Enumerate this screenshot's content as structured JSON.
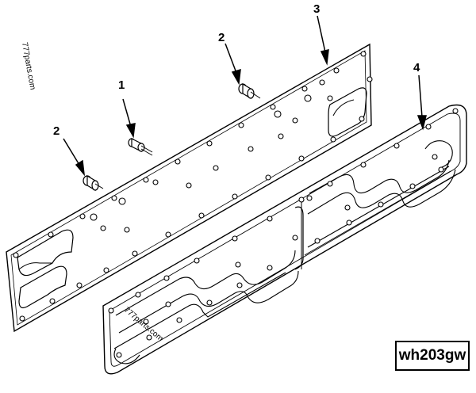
{
  "diagram": {
    "callouts": [
      {
        "id": "callout-1",
        "label": "1"
      },
      {
        "id": "callout-2a",
        "label": "2"
      },
      {
        "id": "callout-2b",
        "label": "2"
      },
      {
        "id": "callout-3",
        "label": "3"
      },
      {
        "id": "callout-4",
        "label": "4"
      }
    ],
    "watermarks": [
      "777parts.com",
      "777parts.com"
    ],
    "reference_code": "wh203gw",
    "colors": {
      "line": "#000000",
      "background": "#ffffff"
    }
  }
}
